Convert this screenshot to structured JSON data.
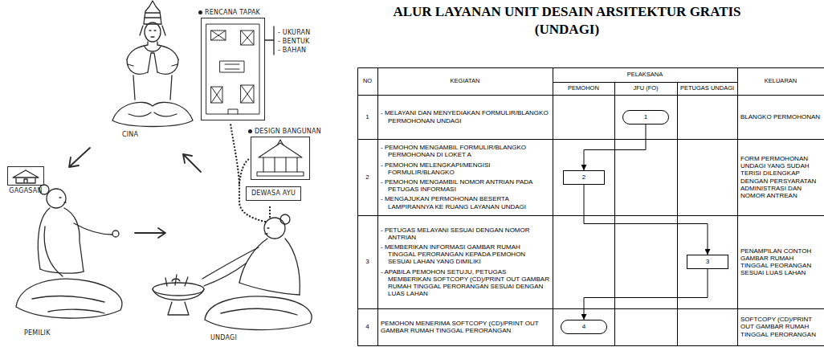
{
  "diagram": {
    "title": "ALUR LAYANAN UNIT DESAIN ARSITEKTUR GRATIS (UNDAGI)",
    "nodes": [
      {
        "text": [
          "RENCANA TAPAK"
        ]
      },
      {
        "text": [
          "GAGASAN"
        ]
      },
      {
        "text": [
          "DESIGN BANGUNAN"
        ]
      },
      {
        "text": [
          "DEWASA AYU"
        ]
      },
      {
        "text": [
          "1"
        ]
      },
      {
        "text": [
          "2"
        ]
      },
      {
        "text": [
          "3"
        ]
      },
      {
        "text": [
          "4"
        ]
      }
    ],
    "edges": [
      {
        "from": 4,
        "to": 5,
        "arrow": "to"
      },
      {
        "from": 5,
        "to": 6,
        "arrow": "to"
      },
      {
        "from": 6,
        "to": 7,
        "arrow": "to"
      }
    ],
    "labels": [
      "CINA",
      "- UKURAN",
      "- BENTUK",
      "- BAHAN",
      "PEMILIK",
      "UNDAGI",
      "NO",
      "KEGIATAN",
      "PELAKSANA",
      "KELUARAN",
      "PEMOHON",
      "JFU (FO)",
      "PETUGAS UNDAGI",
      "1",
      "- MELAYANI DAN MENYEDIAKAN FORMULIR/BLANGKO PERMOHONAN UNDAGI",
      "BLANGKO PERMOHONAN",
      "2",
      "- PEMOHON MENGAMBIL FORMULIR/BLANGKO PERMOHONAN DI LOKET A",
      "- PEMOHON MELENGKAPI/MENGISI FORMULIR/BLANGKO",
      "- PEMOHON MENGAMBIL NOMOR ANTRIAN PADA PETUGAS INFORMASI",
      "- MENGAJUKAN PERMOHONAN BESERTA LAMPIRANNYA KE RUANG LAYANAN UNDAGI",
      "FORM PERMOHONAN UNDAGI YANG SUDAH TERISI DILENGKAP DENGAN PERSYARATAN ADMINISTRASI DAN NOMOR ANTREAN",
      "3",
      "- PETUGAS MELAYANI SESUAI DENGAN NOMOR ANTRIAN",
      "- MEMBERIKAN INFORMASI GAMBAR RUMAH TINGGAL PERORANGAN KEPADA PEMOHON SESUAI LAHAN YANG DIMILIKI",
      "- APABILA PEMOHON SETUJU, PETUGAS MEMBERIKAN SOFTCOPY (CD)/PRINT OUT GAMBAR RUMAH TINGGAL PERORANGAN SESUAI DENGAN LUAS LAHAN",
      "PENAMPILAN CONTOH GAMBAR RUMAH TINGGAL PEORANGAN SESUAI LUAS LAHAN",
      "4",
      "PEMOHON MENERIMA SOFTCOPY (CD)/PRINT OUT GAMBAR RUMAH TINGGAL PERORANGAN",
      "SOFTCOPY (CD)/PRINT OUT GAMBAR RUMAH TINGGAL PERORANGAN"
    ]
  }
}
